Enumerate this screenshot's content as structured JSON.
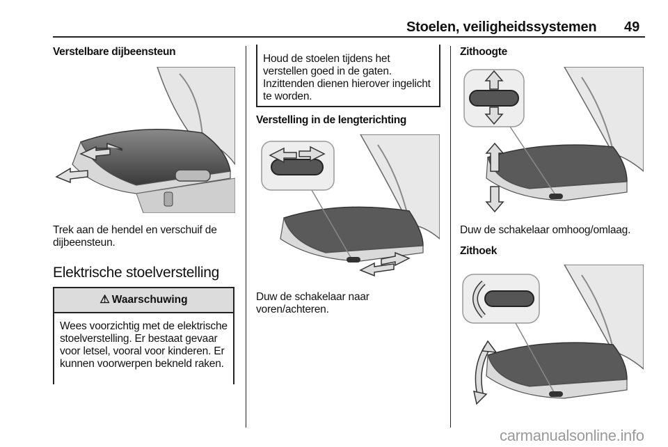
{
  "header": {
    "title": "Stoelen, veiligheidssystemen",
    "page_number": "49"
  },
  "col1": {
    "heading": "Verstelbare dijbeensteun",
    "caption": "Trek aan de hendel en verschuif de dijbeensteun.",
    "section_title": "Elektrische stoelverstelling",
    "warning": {
      "icon": "warning-triangle-icon",
      "title": "Waarschuwing",
      "text": "Wees voorzichtig met de elektrische stoelverstelling. Er bestaat gevaar voor letsel, vooral voor kinderen. Er kunnen voorwerpen bekneld raken."
    }
  },
  "col2": {
    "note": "Houd de stoelen tijdens het verstellen goed in de gaten. Inzittenden dienen hierover ingelicht te worden.",
    "heading": "Verstelling in de lengterichting",
    "caption": "Duw de schakelaar naar voren/achteren."
  },
  "col3": {
    "heading1": "Zithoogte",
    "caption1": "Duw de schakelaar omhoog/omlaag.",
    "heading2": "Zithoek"
  },
  "watermark": "carmanualsonline.info"
}
